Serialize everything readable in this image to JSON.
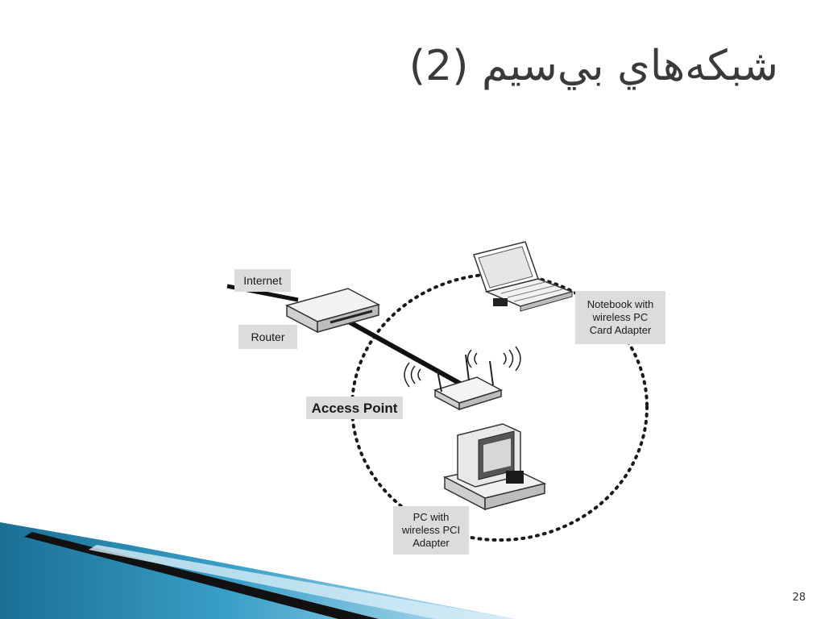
{
  "slide": {
    "title": "شبکه‌هاي بي‌سيم (2)",
    "page_number": "28"
  },
  "diagram": {
    "labels": {
      "internet": "Internet",
      "router": "Router",
      "access_point": "Access Point",
      "notebook": "Notebook with\nwireless PC\nCard Adapter",
      "pc": "PC with\nwireless PCI\nAdapter"
    }
  },
  "colors": {
    "title": "#3a3a3a",
    "label_bg": "#dcdcdc",
    "decor_blue": "#1e7fa8",
    "decor_light": "#9fd0e6"
  }
}
